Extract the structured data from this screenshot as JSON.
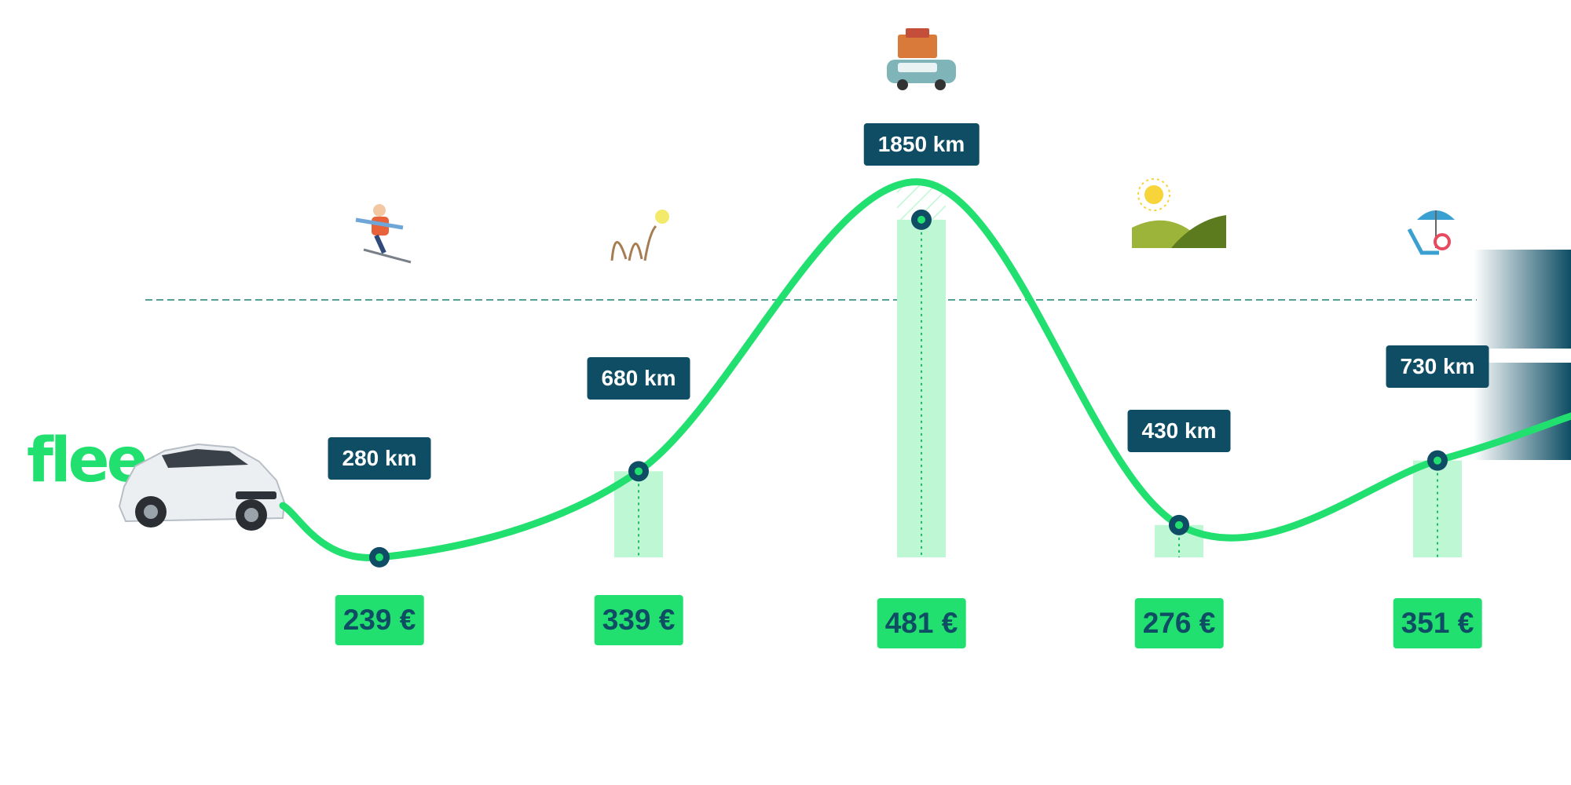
{
  "brand": {
    "name": "flee",
    "color": "#22e06f"
  },
  "colors": {
    "dark": "#0e4d64",
    "green": "#22e06f",
    "light_green": "#bdf7d3"
  },
  "chart_data": {
    "type": "line",
    "title": "",
    "xlabel": "",
    "ylabel": "",
    "categories": [
      "ski",
      "autumn",
      "summer road trip",
      "countryside",
      "beach"
    ],
    "icons": [
      "skier-icon",
      "autumn-grass-icon",
      "road-trip-car-icon",
      "sunny-hills-icon",
      "beach-chair-icon"
    ],
    "distance_km": [
      280,
      680,
      1850,
      430,
      730
    ],
    "distance_labels": [
      "280 km",
      "680 km",
      "1850 km",
      "430 km",
      "730 km"
    ],
    "price_eur": [
      239,
      339,
      481,
      276,
      351
    ],
    "price_labels": [
      "239 €",
      "339 €",
      "481 €",
      "276 €",
      "351 €"
    ],
    "reference_line_km": 1200,
    "grid": false,
    "legend": "none"
  }
}
